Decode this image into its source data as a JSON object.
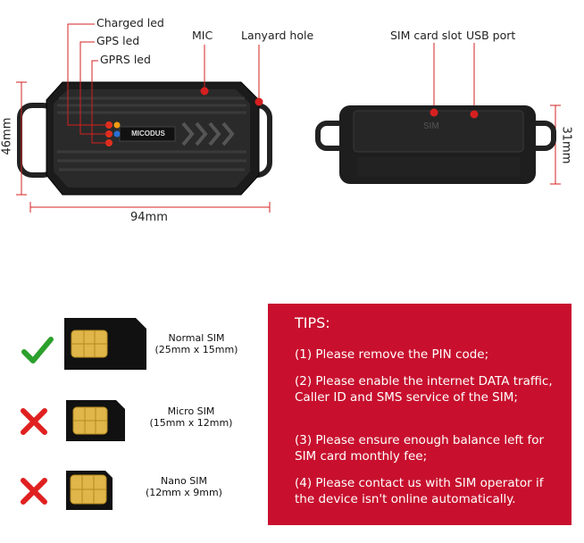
{
  "labels": {
    "charged_led": "Charged led",
    "gps_led": "GPS led",
    "gprs_led": "GPRS led",
    "mic": "MIC",
    "lanyard_hole": "Lanyard hole",
    "sim_card_slot": "SIM card slot",
    "usb_port": "USB port"
  },
  "dimensions": {
    "height_left": "46mm",
    "width_bottom": "94mm",
    "height_right": "31mm"
  },
  "device": {
    "brand": "MICODUS",
    "sim_marking": "SIM"
  },
  "sims": [
    {
      "name": "Normal SIM",
      "size": "(25mm x 15mm)",
      "status": "ok"
    },
    {
      "name": "Micro SIM",
      "size": "(15mm x 12mm)",
      "status": "no"
    },
    {
      "name": "Nano SIM",
      "size": "(12mm x 9mm)",
      "status": "no"
    }
  ],
  "tips": {
    "title": "TIPS:",
    "items": [
      "(1) Please remove the PIN code;",
      "(2) Please enable the internet DATA traffic, Caller ID and SMS service of the SIM;",
      "(3) Please ensure enough balance left for SIM card monthly fee;",
      "(4) Please contact us with SIM operator if the device isn't online automatically."
    ]
  },
  "colors": {
    "tips_bg": "#c8102e",
    "check": "#2ca02c",
    "cross": "#e02020",
    "callout_red": "#d62020"
  }
}
